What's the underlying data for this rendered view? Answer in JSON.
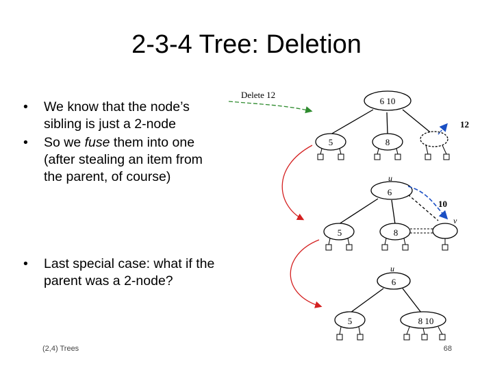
{
  "title": "2-3-4 Tree: Deletion",
  "bullets_top": [
    {
      "pre": "We know that the node’s sibling is just a 2-node",
      "em": "",
      "post": ""
    },
    {
      "pre": "So we ",
      "em": "fuse",
      "post": " them into one (after stealing an item from the parent, of course)"
    }
  ],
  "bullets_bottom": [
    {
      "pre": "Last special case: what if the parent was a 2-node?",
      "em": "",
      "post": ""
    }
  ],
  "footer": {
    "left": "(2,4) Trees",
    "page": "68"
  },
  "diagram": {
    "delete_label": "Delete 12",
    "tree1": {
      "root": "6  10",
      "left": "5",
      "middle": "8",
      "removed_key": "12"
    },
    "tree2": {
      "parent_label": "u",
      "root": "6",
      "left": "5",
      "middle": "8",
      "moved_key": "10",
      "sibling_label": "v"
    },
    "tree3": {
      "parent_label": "u",
      "root": "6",
      "left": "5",
      "right": "8  10"
    },
    "colors": {
      "arrow_red": "#d42020",
      "arrow_blue": "#1a4fc4",
      "arrow_green": "#2e8b2e"
    }
  }
}
